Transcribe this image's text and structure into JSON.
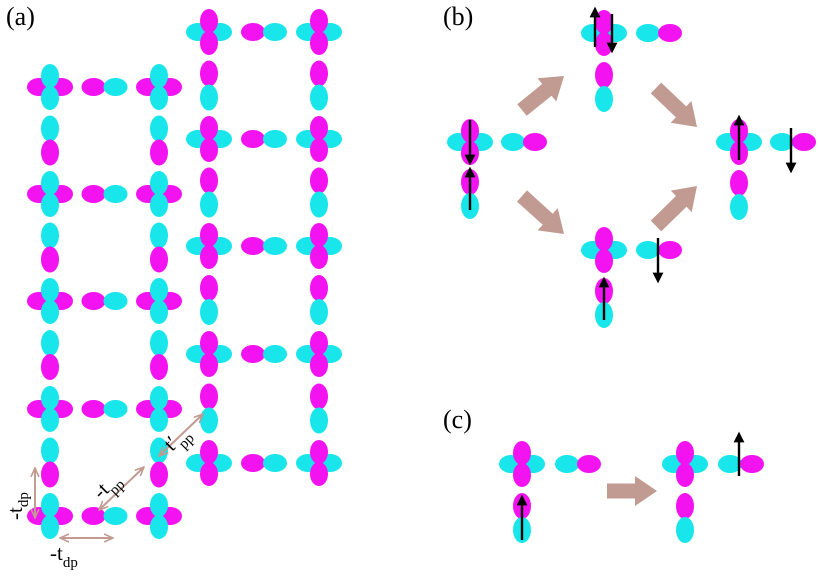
{
  "colors": {
    "cyan": "#18e6ea",
    "magenta": "#f312f0",
    "arrow_fill": "#c19a91",
    "hop_arrow": "#c19a91",
    "spin": "#000000"
  },
  "panels": {
    "a": {
      "label": "(a)"
    },
    "b": {
      "label": "(b)"
    },
    "c": {
      "label": "(c)"
    }
  },
  "hopping": {
    "t_dp_vertical": {
      "base": "-t",
      "sub": "dp"
    },
    "t_dp_horizontal": {
      "base": "-t",
      "sub": "dp"
    },
    "t_pp": {
      "base": "-t",
      "sub": "pp"
    },
    "t_pp_prime": {
      "base": "t",
      "prime": "′",
      "sub": "pp"
    }
  },
  "icons": {
    "d_orbital": "d-x2-y2-orbital-icon",
    "p_orbital": "p-orbital-icon",
    "spin_up": "spin-up-arrow-icon",
    "spin_down": "spin-down-arrow-icon",
    "process_arrow": "block-arrow-icon"
  }
}
